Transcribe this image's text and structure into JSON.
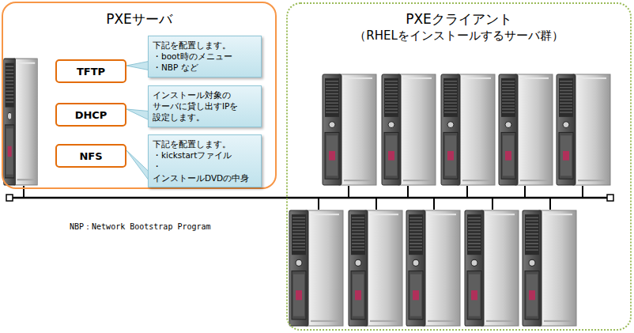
{
  "diagram": {
    "nodes": [
      {
        "text": [
          "PXEサーバ"
        ]
      },
      {
        "text": [
          "TFTP"
        ],
        "in": 0
      },
      {
        "text": [
          "下記を配置します。",
          "・boot時のメニュー",
          "・NBP など"
        ],
        "in": 0
      },
      {
        "text": [
          "DHCP"
        ],
        "in": 0
      },
      {
        "text": [
          "インストール対象の サーバに貸し出すIPを 設定します。"
        ],
        "in": 0
      },
      {
        "text": [
          "NFS"
        ],
        "in": 0
      },
      {
        "text": [
          "下記を配置します。",
          "・kickstartファイル",
          "・インストールDVDの中身"
        ],
        "in": 0
      },
      {
        "text": [
          "PXEクライアント",
          "（RHELをインストールするサーバ群）"
        ]
      }
    ],
    "edges": [
      {
        "from": 2,
        "to": 1,
        "arrow": "none"
      },
      {
        "from": 4,
        "to": 3,
        "arrow": "none"
      },
      {
        "from": 6,
        "to": 5,
        "arrow": "none"
      }
    ],
    "labels": [
      "NBP：Network Bootstrap Program"
    ]
  }
}
